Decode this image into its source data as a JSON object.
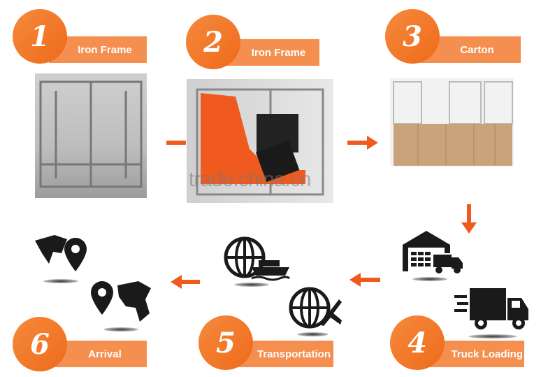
{
  "steps": [
    {
      "number": "1",
      "label": "Iron Frame"
    },
    {
      "number": "2",
      "label": "Iron Frame"
    },
    {
      "number": "3",
      "label": "Carton"
    },
    {
      "number": "4",
      "label": "Truck Loading"
    },
    {
      "number": "5",
      "label": "Transportation"
    },
    {
      "number": "6",
      "label": "Arrival"
    }
  ],
  "watermark": "trade.china.cn",
  "colors": {
    "accent": "#f07022",
    "banner": "#f58f4f",
    "arrow": "#f05a1e",
    "icon": "#1a1a1a"
  }
}
